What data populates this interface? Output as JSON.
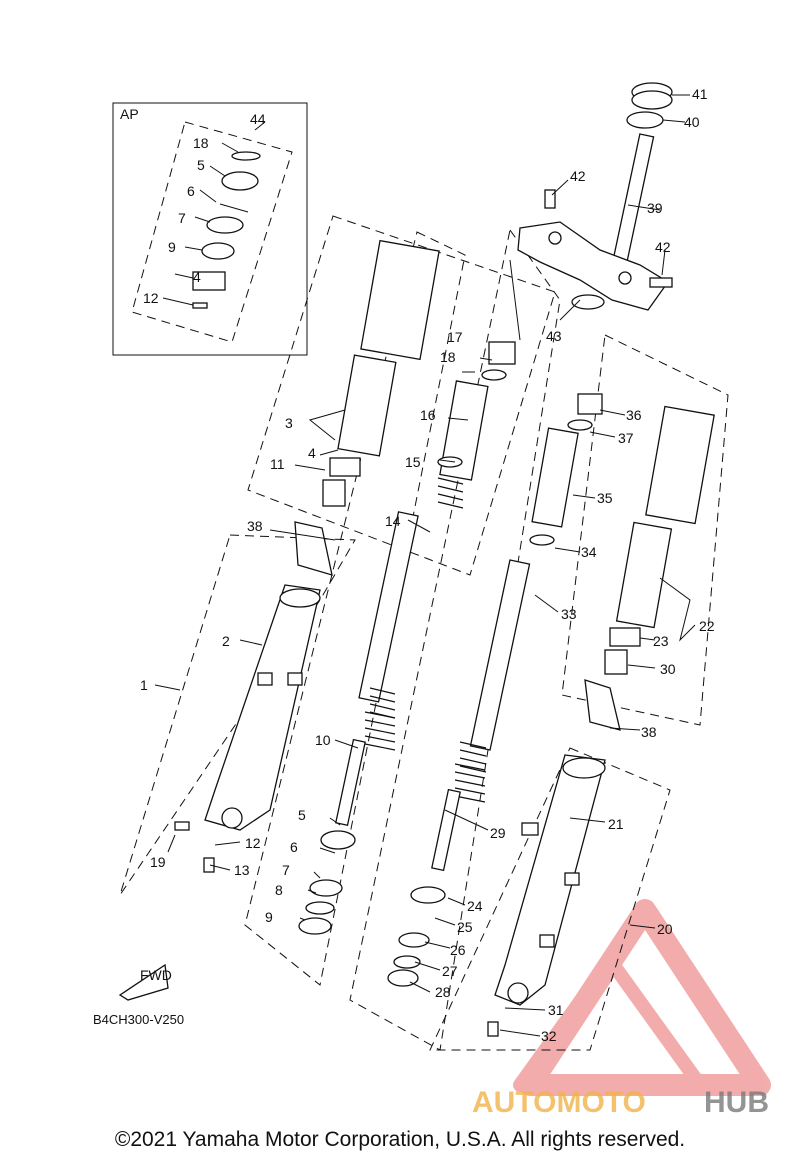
{
  "diagram": {
    "code": "B4CH300-V250",
    "kit_label": "AP",
    "fwd_label": "FWD",
    "copyright": "©2021 Yamaha Motor Corporation, U.S.A. All rights reserved.",
    "watermark": {
      "text_a": "AUTOMOTO",
      "text_b": "HUB",
      "color_a": "#f2b34a",
      "color_b": "#7a7a7a",
      "accent": "#e86a6a"
    },
    "callouts": [
      "1",
      "2",
      "3",
      "4",
      "4",
      "5",
      "5",
      "6",
      "6",
      "7",
      "7",
      "8",
      "9",
      "9",
      "10",
      "11",
      "12",
      "12",
      "13",
      "14",
      "15",
      "16",
      "17",
      "18",
      "18",
      "19",
      "20",
      "21",
      "22",
      "23",
      "24",
      "25",
      "26",
      "27",
      "28",
      "29",
      "30",
      "31",
      "32",
      "33",
      "34",
      "35",
      "36",
      "37",
      "38",
      "38",
      "39",
      "40",
      "41",
      "42",
      "42",
      "43",
      "44"
    ]
  }
}
